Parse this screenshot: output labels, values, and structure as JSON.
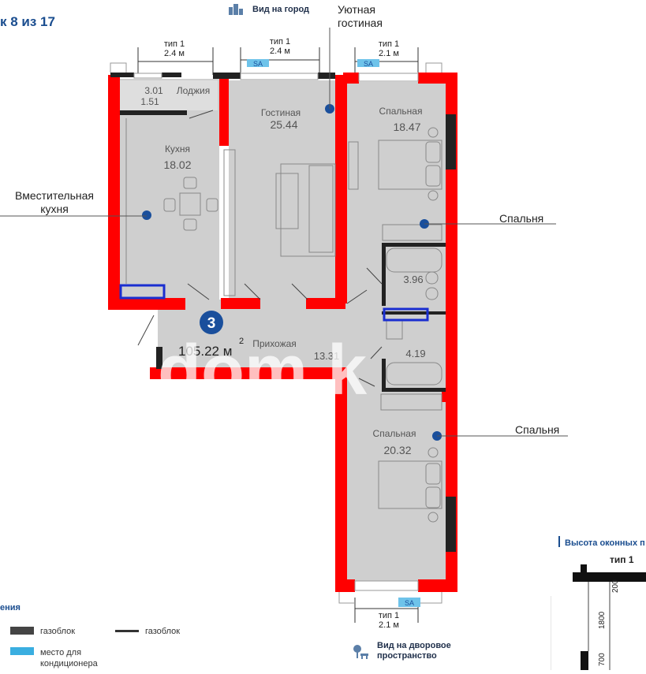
{
  "header": {
    "floor_label": "к 8 из 17",
    "view_city": "Вид на город",
    "view_yard_line1": "Вид на дворовое",
    "view_yard_line2": "пространство"
  },
  "callouts": {
    "cozy_living_line1": "Уютная",
    "cozy_living_line2": "гостиная",
    "spacious_kitchen_line1": "Вместительная",
    "spacious_kitchen_line2": "кухня",
    "bedroom_top": "Спальня",
    "bedroom_bottom": "Спальня"
  },
  "windows": {
    "left": {
      "type": "тип 1",
      "width": "2.4 м"
    },
    "middle": {
      "type": "тип 1",
      "width": "2.4 м",
      "ac": "SA"
    },
    "right": {
      "type": "тип 1",
      "width": "2.1 м",
      "ac": "SA"
    },
    "bottom": {
      "type": "тип 1",
      "width": "2.1 м",
      "ac": "SA"
    }
  },
  "rooms": {
    "loggia": {
      "name": "Лоджия",
      "area_a": "3.01",
      "area_b": "1.51"
    },
    "kitchen": {
      "name": "Кухня",
      "area": "18.02"
    },
    "living": {
      "name": "Гостиная",
      "area": "25.44"
    },
    "bedroom1": {
      "name": "Спальная",
      "area": "18.47"
    },
    "bath1": {
      "area": "3.96"
    },
    "bath2": {
      "area": "4.19"
    },
    "hall": {
      "name": "Прихожая",
      "area": "13.31"
    },
    "bedroom2": {
      "name": "Спальная",
      "area": "20.32"
    }
  },
  "apartment": {
    "rooms_count": "3",
    "total_area": "105.22 м",
    "area_unit_sup": "2"
  },
  "watermark": "dom.k",
  "legend": {
    "title": "ения",
    "items": [
      {
        "label": "газоблок",
        "color": "#444444"
      },
      {
        "label": "газоблок",
        "color": "#333333"
      },
      {
        "label_line1": "место для",
        "label_line2": "кондиционера",
        "color": "#3aaee0"
      }
    ]
  },
  "window_heights": {
    "title": "Высота оконных п",
    "type": "тип 1",
    "dim_200": "200",
    "dim_1800": "1800",
    "dim_700": "700"
  },
  "colors": {
    "wall_red": "#ff0000",
    "floor_gray": "#cfcfcf",
    "marker_blue": "#1a4f9c",
    "accent_blue": "#1a4d8f",
    "ac_blue": "#6ec3ea"
  }
}
